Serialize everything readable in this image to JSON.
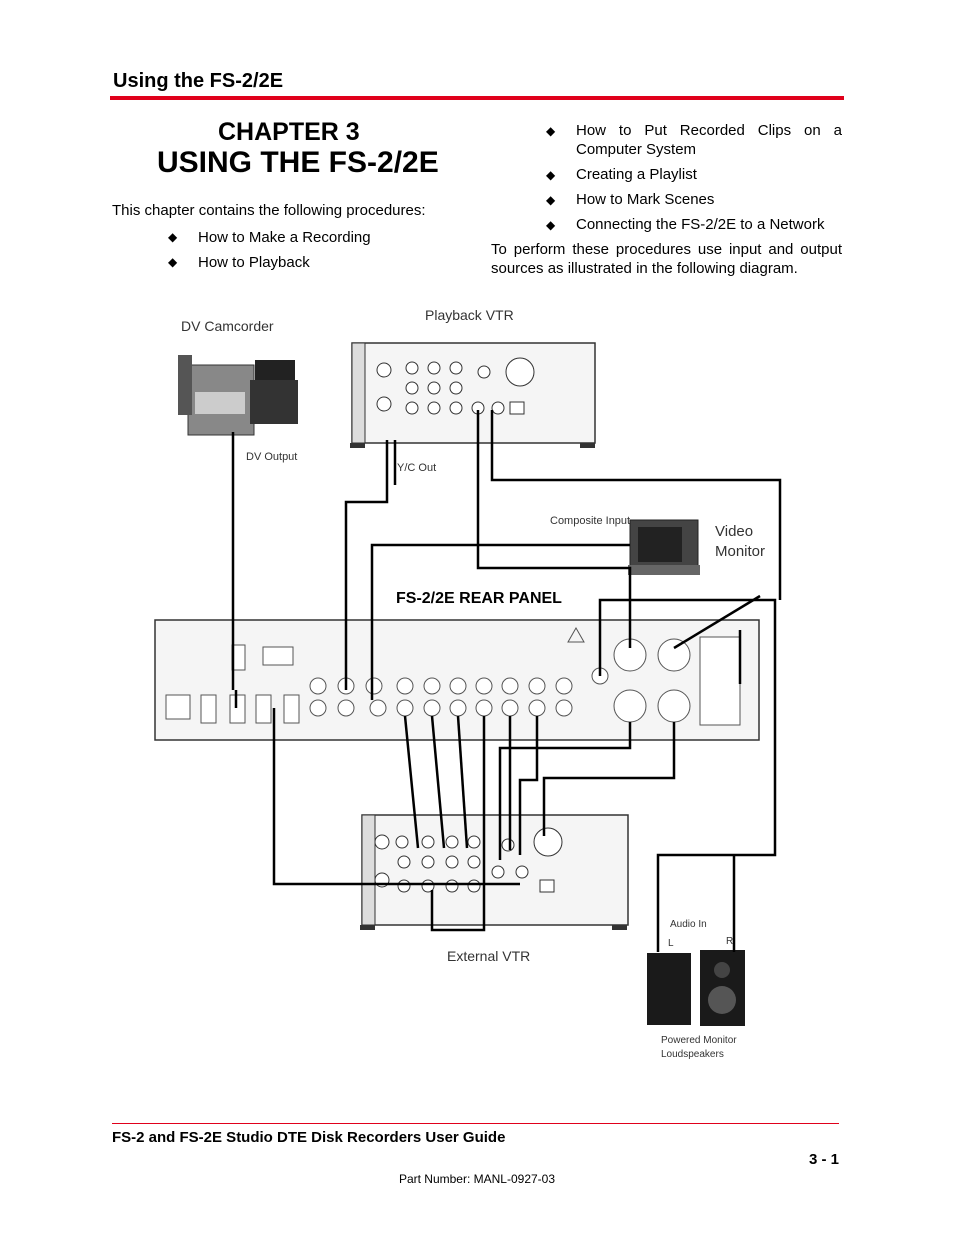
{
  "header": {
    "title": "Using the FS-2/2E"
  },
  "chapter": {
    "number": "CHAPTER 3",
    "title": "USING THE FS-2/2E"
  },
  "intro": "This chapter contains the following procedures:",
  "procedures_left": [
    "How to Make a Recording",
    "How to Playback"
  ],
  "procedures_right": [
    "How to Put Recorded Clips on a Computer System",
    "Creating a Playlist",
    "How to Mark Scenes",
    "Connecting the FS-2/2E to a Network"
  ],
  "perform_text": "To perform these procedures use input and output sources as illustrated in the following diagram.",
  "diagram": {
    "camcorder_label": "DV Camcorder",
    "camcorder_output": "DV Output",
    "playback_vtr_label": "Playback VTR",
    "yc_out": "Y/C Out",
    "composite_input": "Composite Input",
    "video_monitor": "Video Monitor",
    "rear_panel_label": "FS-2/2E REAR PANEL",
    "external_vtr_label": "External VTR",
    "audio_in": "Audio In",
    "left": "L",
    "right": "R",
    "speakers_label": "Powered Monitor Loudspeakers"
  },
  "footer": {
    "title": "FS-2 and FS-2E Studio DTE Disk Recorders User Guide",
    "page": "3 - 1",
    "part_number": "Part Number: MANL-0927-03"
  }
}
